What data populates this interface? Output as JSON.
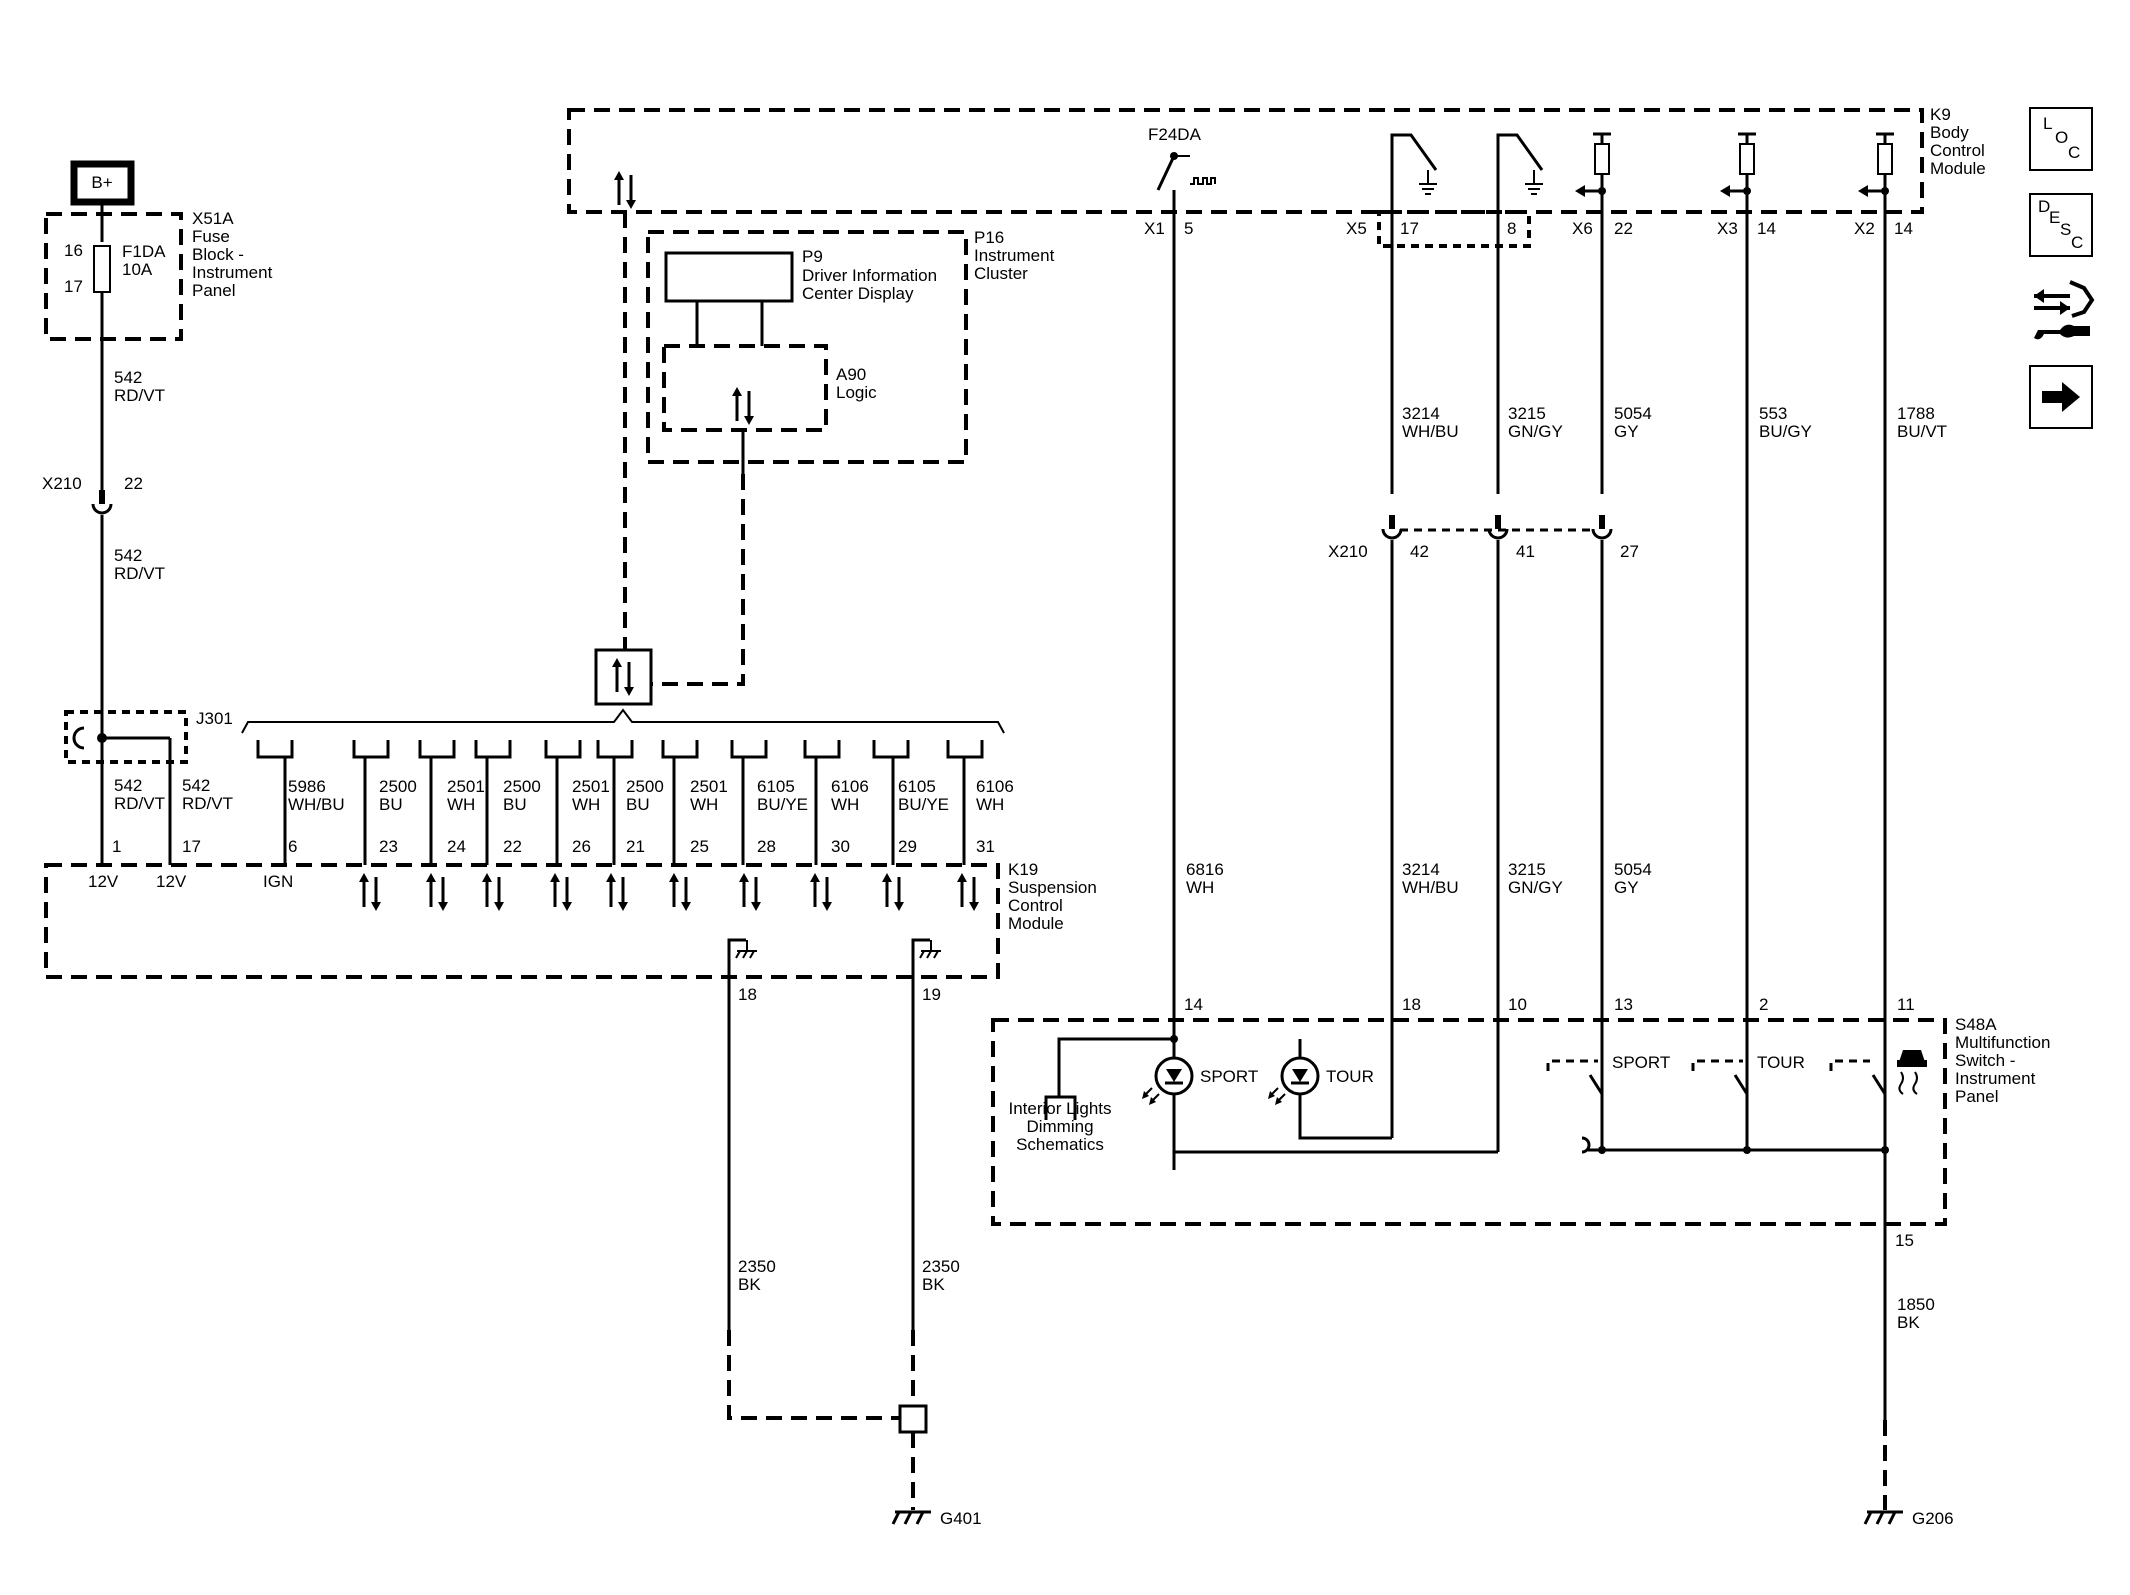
{
  "bplus": "B+",
  "fuse_block": {
    "ref": "X51A",
    "name": [
      "Fuse",
      "Block -",
      "Instrument",
      "Panel"
    ],
    "fuse": "F1DA",
    "rating": "10A",
    "pin_in": "16",
    "pin_out": "17"
  },
  "wire_542": [
    "542",
    "RD/VT"
  ],
  "x210": "X210",
  "pin_22": "22",
  "splice": "J301",
  "bcm": {
    "ref": "K9",
    "name": [
      "Body",
      "Control",
      "Module"
    ]
  },
  "cluster": {
    "ref": "P16",
    "name": [
      "Instrument",
      "Cluster"
    ]
  },
  "dic": {
    "ref": "P9",
    "name": [
      "Driver Information",
      "Center Display"
    ]
  },
  "logic": {
    "ref": "A90",
    "name": "Logic"
  },
  "f24da": "F24DA",
  "bcm_pins": [
    {
      "conn": "X1",
      "pin": "5"
    },
    {
      "conn": "X5",
      "pin": "17"
    },
    {
      "conn": "",
      "pin": "8"
    },
    {
      "conn": "X6",
      "pin": "22"
    },
    {
      "conn": "X3",
      "pin": "14"
    },
    {
      "conn": "X2",
      "pin": "14"
    }
  ],
  "bcm_wires": [
    [
      "3214",
      "WH/BU"
    ],
    [
      "3215",
      "GN/GY"
    ],
    [
      "5054",
      "GY"
    ],
    [
      "553",
      "BU/GY"
    ],
    [
      "1788",
      "BU/VT"
    ]
  ],
  "x210_pins": [
    "42",
    "41",
    "27"
  ],
  "bus_wires": [
    [
      "5986",
      "WH/BU"
    ],
    [
      "2500",
      "BU"
    ],
    [
      "2501",
      "WH"
    ],
    [
      "2500",
      "BU"
    ],
    [
      "2501",
      "WH"
    ],
    [
      "2500",
      "BU"
    ],
    [
      "2501",
      "WH"
    ],
    [
      "6105",
      "BU/YE"
    ],
    [
      "6106",
      "WH"
    ],
    [
      "6105",
      "BU/YE"
    ],
    [
      "6106",
      "WH"
    ]
  ],
  "scm": {
    "ref": "K19",
    "name": [
      "Suspension",
      "Control",
      "Module"
    ],
    "power_pins": [
      "1",
      "17"
    ],
    "power_labels": [
      "12V",
      "12V"
    ],
    "pins": [
      "6",
      "23",
      "24",
      "22",
      "26",
      "21",
      "25",
      "28",
      "30",
      "29",
      "31"
    ],
    "ign": "IGN",
    "ground_pins": [
      "18",
      "19"
    ]
  },
  "lower_wires": [
    [
      "6816",
      "WH"
    ],
    [
      "3214",
      "WH/BU"
    ],
    [
      "3215",
      "GN/GY"
    ],
    [
      "5054",
      "GY"
    ]
  ],
  "switch": {
    "ref": "S48A",
    "name": [
      "Multifunction",
      "Switch -",
      "Instrument",
      "Panel"
    ],
    "pins": [
      "14",
      "18",
      "10",
      "13",
      "2",
      "11"
    ],
    "sport": "SPORT",
    "tour": "TOUR",
    "dimming": [
      "Interior Lights",
      "Dimming",
      "Schematics"
    ],
    "ground_pin": "15"
  },
  "ground_wire": [
    "2350",
    "BK"
  ],
  "ground_wire_1850": [
    "1850",
    "BK"
  ],
  "g401": "G401",
  "g206": "G206",
  "nav": {
    "loc": [
      "L",
      "O",
      "C"
    ],
    "desc": [
      "D",
      "E",
      "S",
      "C"
    ]
  }
}
